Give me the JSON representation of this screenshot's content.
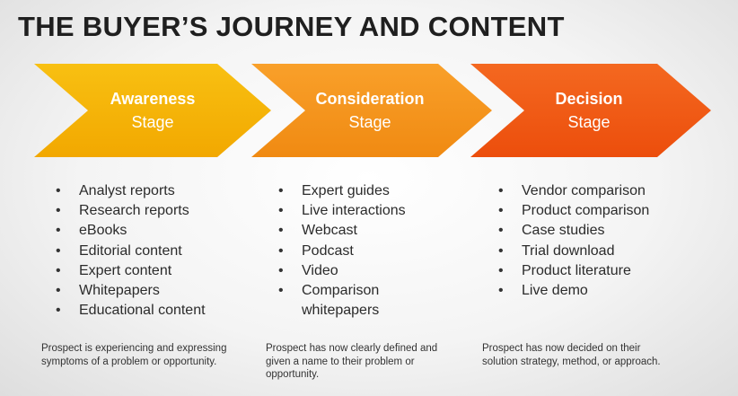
{
  "title": "THE BUYER’S JOURNEY AND CONTENT",
  "colors": {
    "awareness": "#f6b600",
    "consideration": "#f7931e",
    "decision": "#f25a12",
    "title_text": "#1f1f1f"
  },
  "stages": [
    {
      "name": "Awareness",
      "sub": "Stage",
      "items": [
        "Analyst reports",
        "Research reports",
        "eBooks",
        "Editorial content",
        "Expert content",
        "Whitepapers",
        "Educational content"
      ],
      "description": "Prospect is experiencing and expressing symptoms of a problem or opportunity."
    },
    {
      "name": "Consideration",
      "sub": "Stage",
      "items": [
        "Expert guides",
        "Live interactions",
        "Webcast",
        "Podcast",
        "Video",
        "Comparison whitepapers"
      ],
      "description": "Prospect has now clearly defined and given a name to their problem or opportunity."
    },
    {
      "name": "Decision",
      "sub": "Stage",
      "items": [
        "Vendor comparison",
        "Product comparison",
        "Case studies",
        "Trial download",
        "Product literature",
        "Live demo"
      ],
      "description": "Prospect has now decided on their solution strategy, method, or approach."
    }
  ]
}
